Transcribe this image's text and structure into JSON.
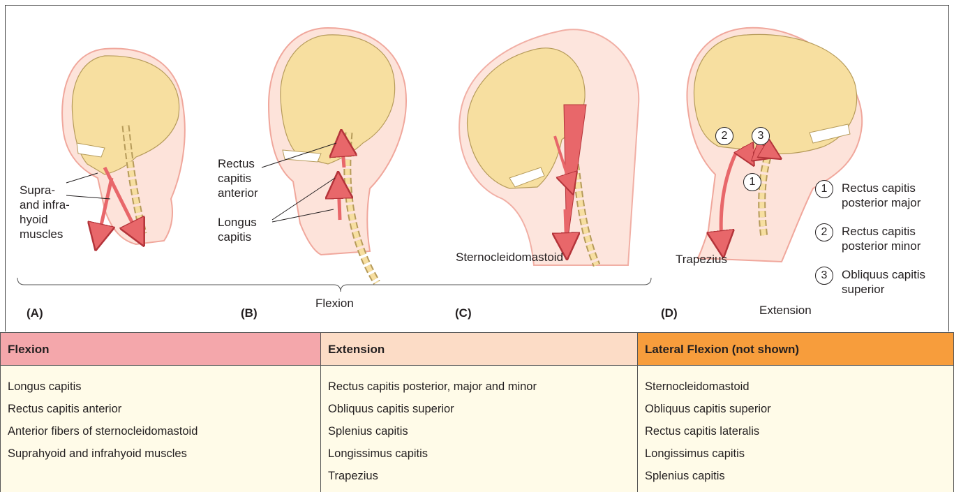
{
  "panels": {
    "a": "(A)",
    "b": "(B)",
    "c": "(C)",
    "d": "(D)"
  },
  "labels": {
    "flexion": "Flexion",
    "extension": "Extension",
    "supra_infrahyoid": "Supra-\nand infra-\nhyoid\nmuscles",
    "rectus_capitis_anterior": "Rectus\ncapitis\nanterior",
    "longus_capitis": "Longus\ncapitis",
    "sternocleidomastoid": "Sternocleidomastoid",
    "trapezius": "Trapezius"
  },
  "legend": [
    {
      "num": "1",
      "text": "Rectus capitis\nposterior major"
    },
    {
      "num": "2",
      "text": "Rectus capitis\nposterior minor"
    },
    {
      "num": "3",
      "text": "Obliquus capitis\nsuperior"
    }
  ],
  "table": {
    "columns": [
      {
        "header": "Flexion",
        "color": "#f4a7ab",
        "items": [
          "Longus capitis",
          "Rectus capitis anterior",
          "Anterior fibers of sternocleidomastoid",
          "Suprahyoid and infrahyoid muscles"
        ]
      },
      {
        "header": "Extension",
        "color": "#fcdcc6",
        "items": [
          "Rectus capitis posterior, major and minor",
          "Obliquus capitis superior",
          "Splenius capitis",
          "Longissimus capitis",
          "Trapezius"
        ]
      },
      {
        "header": "Lateral Flexion (not shown)",
        "color": "#f79d3c",
        "items": [
          "Sternocleidomastoid",
          "Obliquus capitis superior",
          "Rectus capitis lateralis",
          "Longissimus capitis",
          "Splenius capitis"
        ]
      }
    ]
  },
  "colors": {
    "skin": "#fde3da",
    "skin_outline": "#f0a79c",
    "bone": "#f7dfa0",
    "bone_outline": "#b69b5a",
    "muscle": "#e8676a",
    "muscle_outline": "#b4343a"
  }
}
